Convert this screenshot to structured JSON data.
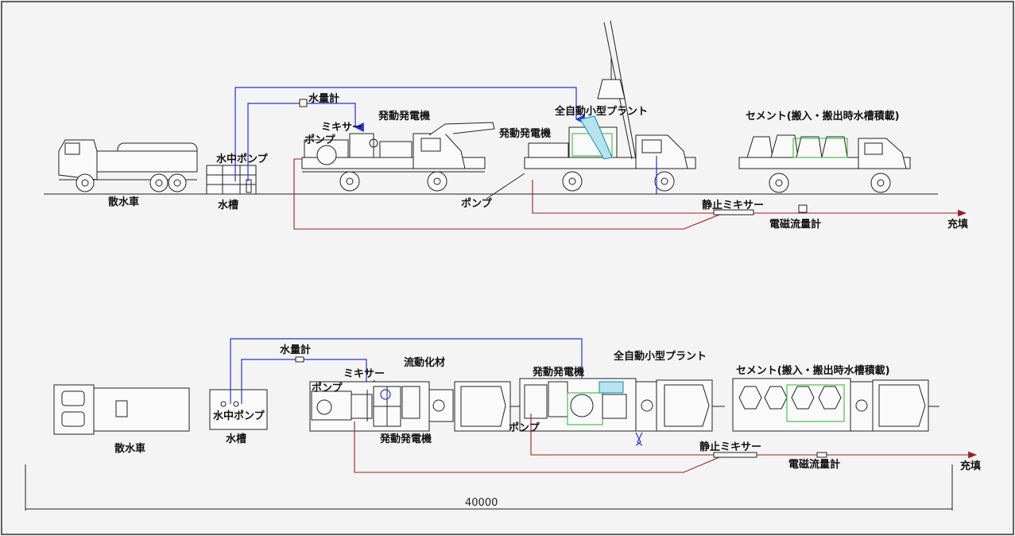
{
  "side_view": {
    "sprinkler_truck": "散水車",
    "water_tank": "水槽",
    "submersible_pump": "水中ポンプ",
    "water_meter": "水量計",
    "mixer": "ミキサー",
    "pump_upper": "ポンプ",
    "generator_1": "発動発電機",
    "generator_2": "発動発電機",
    "auto_plant": "全自動小型プラント",
    "cement": "セメント(搬入・搬出時水槽積載)",
    "pump_lower": "ポンプ",
    "static_mixer": "静止ミキサー",
    "em_flowmeter": "電磁流量計",
    "fill": "充填"
  },
  "plan_view": {
    "sprinkler_truck": "散水車",
    "water_tank": "水槽",
    "submersible_pump": "水中ポンプ",
    "water_meter": "水量計",
    "mixer": "ミキサー",
    "pump_1": "ポンプ",
    "fluidizer": "流動化材",
    "generator_1": "発動発電機",
    "generator_2": "発動発電機",
    "auto_plant": "全自動小型プラント",
    "cement": "セメント(搬入・搬出時水槽積載)",
    "pump_2": "ポンプ",
    "static_mixer": "静止ミキサー",
    "em_flowmeter": "電磁流量計",
    "fill": "充填"
  },
  "dimension": {
    "total_length": "40000"
  },
  "colors": {
    "water_line": "#2233dd",
    "slurry_line": "#a02020",
    "cement_bags": "#22bb22",
    "plant_conveyor": "#0a8fa8"
  }
}
